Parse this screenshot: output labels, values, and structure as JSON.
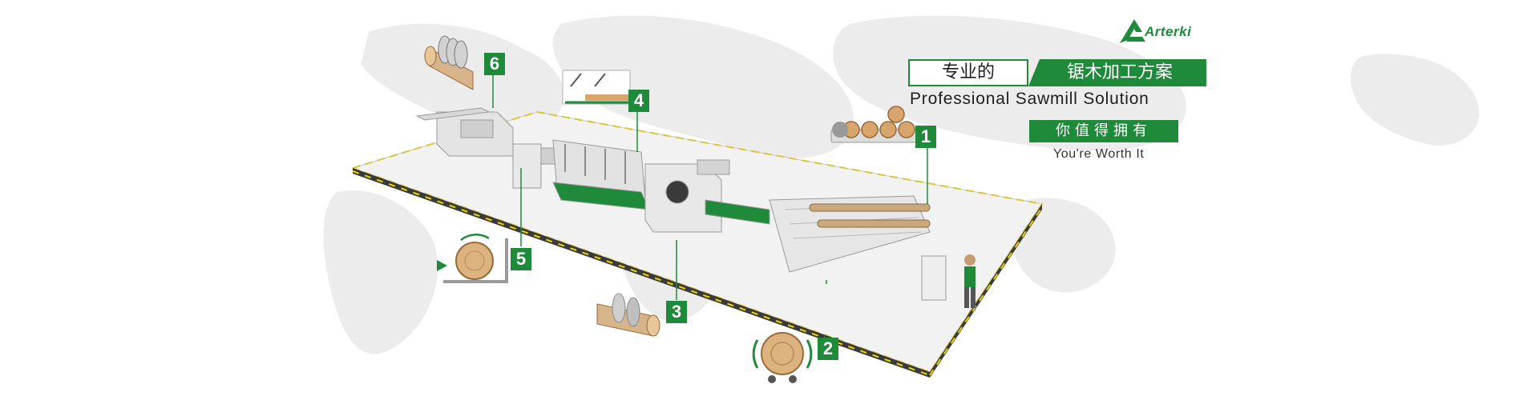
{
  "brand": {
    "logo_text": "Arterki",
    "accent_color": "#1e8a3a",
    "logo_icon": "triangle-a-logo-icon"
  },
  "headline": {
    "part1": "专业的",
    "part2": "锯木加工方案",
    "english": "Professional Sawmill Solution"
  },
  "slogan": {
    "chinese": "你值得拥有",
    "english": "You're Worth It"
  },
  "steps": [
    {
      "number": "1",
      "icon": "log-conveyor-icon"
    },
    {
      "number": "2",
      "icon": "log-debarker-icon"
    },
    {
      "number": "3",
      "icon": "log-saw-icon"
    },
    {
      "number": "4",
      "icon": "board-carriage-icon"
    },
    {
      "number": "5",
      "icon": "edger-icon"
    },
    {
      "number": "6",
      "icon": "multi-rip-saw-icon"
    }
  ]
}
